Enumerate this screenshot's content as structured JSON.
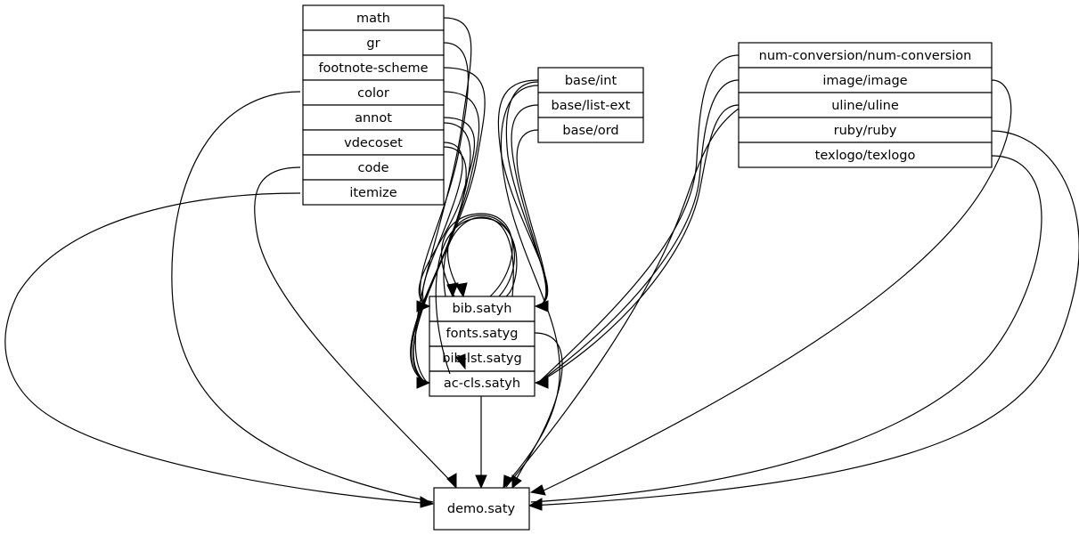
{
  "nodes": {
    "group_a": [
      "math",
      "gr",
      "footnote-scheme",
      "color",
      "annot",
      "vdecoset",
      "code",
      "itemize"
    ],
    "group_base": [
      "base/int",
      "base/list-ext",
      "base/ord"
    ],
    "group_pkgs": [
      "num-conversion/num-conversion",
      "image/image",
      "uline/uline",
      "ruby/ruby",
      "texlogo/texlogo"
    ],
    "group_center": [
      "bib.satyh",
      "fonts.satyg",
      "bib-lst.satyg",
      "ac-cls.satyh"
    ],
    "target": "demo.saty"
  }
}
